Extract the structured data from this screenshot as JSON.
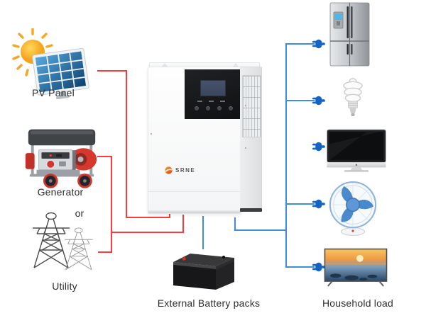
{
  "labels": {
    "pv_panel": "PV Panel",
    "generator": "Generator",
    "or": "or",
    "utility": "Utility",
    "battery": "External Battery packs",
    "household": "Household load"
  },
  "inverter": {
    "brand": "SRNE"
  },
  "load_icons": [
    "refrigerator-icon",
    "cfl-bulb-icon",
    "computer-monitor-icon",
    "desk-fan-icon",
    "tv-icon"
  ],
  "source_icons": [
    "solar-panel-icon",
    "generator-icon",
    "utility-towers-icon"
  ],
  "colors": {
    "source_wire": "#fa3c3c",
    "load_wire": "#3c8fd9",
    "plug": "#1563c5"
  }
}
